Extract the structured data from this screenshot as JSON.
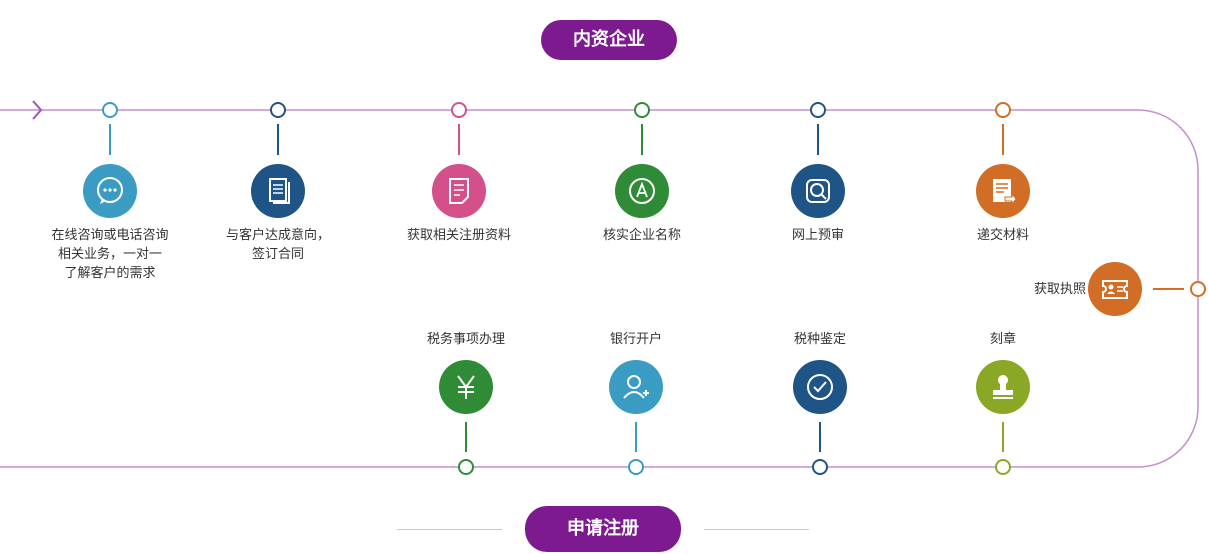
{
  "header": {
    "title": "内资企业"
  },
  "footer": {
    "title": "申请注册"
  },
  "top_steps": [
    {
      "lines": [
        "在线咨询或电话咨询",
        "相关业务，一对一",
        "了解客户的需求"
      ],
      "color": "#3a9cc3",
      "icon": "chat-icon"
    },
    {
      "lines": [
        "与客户达成意向，",
        "签订合同"
      ],
      "color": "#1e5486",
      "icon": "document-icon"
    },
    {
      "lines": [
        "获取相关注册资料"
      ],
      "color": "#d3508b",
      "icon": "form-icon"
    },
    {
      "lines": [
        "核实企业名称"
      ],
      "color": "#2f8b35",
      "icon": "letter-a-icon"
    },
    {
      "lines": [
        "网上预审"
      ],
      "color": "#1e5486",
      "icon": "search-icon"
    },
    {
      "lines": [
        "递交材料"
      ],
      "color": "#d26d25",
      "icon": "submit-document-icon"
    }
  ],
  "right_step": {
    "label": "获取执照",
    "color": "#d26d25",
    "icon": "license-icon"
  },
  "bottom_steps": [
    {
      "label": "税务事项办理",
      "color": "#2f8b35",
      "icon": "yuan-icon"
    },
    {
      "label": "银行开户",
      "color": "#3a9cc3",
      "icon": "add-user-icon"
    },
    {
      "label": "税种鉴定",
      "color": "#1e5486",
      "icon": "check-icon"
    },
    {
      "label": "刻章",
      "color": "#8aa826",
      "icon": "stamp-icon"
    }
  ],
  "colors": {
    "track": "#b57cc4",
    "accent": "#7d1a8f"
  }
}
